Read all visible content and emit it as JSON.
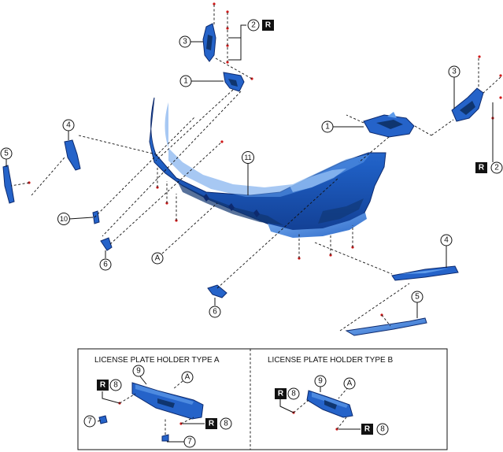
{
  "diagram": {
    "callouts": {
      "bracket_upper_left": "1",
      "bracket_upper_right": "1",
      "fastener_upper_left": "2",
      "fastener_right": "2",
      "bracket_side_left": "3",
      "bracket_side_right": "3",
      "garnish_left": "4",
      "garnish_right": "4",
      "trim_left": "5",
      "trim_right": "5",
      "clip_left": "6",
      "clip_center": "6",
      "plate_fastener_a": "7",
      "plate_fastener_a2": "7",
      "plate_bolt_a": "8",
      "plate_bolt_a2": "8",
      "plate_bolt_b": "8",
      "plate_bolt_b2": "8",
      "plate_holder_a": "9",
      "plate_holder_b": "9",
      "clip_bottom": "10",
      "bumper": "11",
      "ref_a_main": "A",
      "ref_a_holder_a": "A",
      "ref_a_holder_b": "A"
    },
    "badge": "R",
    "inset": {
      "type_a_title": "LICENSE PLATE HOLDER TYPE A",
      "type_b_title": "LICENSE PLATE HOLDER TYPE B"
    },
    "colors": {
      "part_blue": "#1f5fc4",
      "part_dark": "#0d2a6e",
      "part_light": "#5e9bea",
      "fastener_red": "#d01818"
    }
  }
}
